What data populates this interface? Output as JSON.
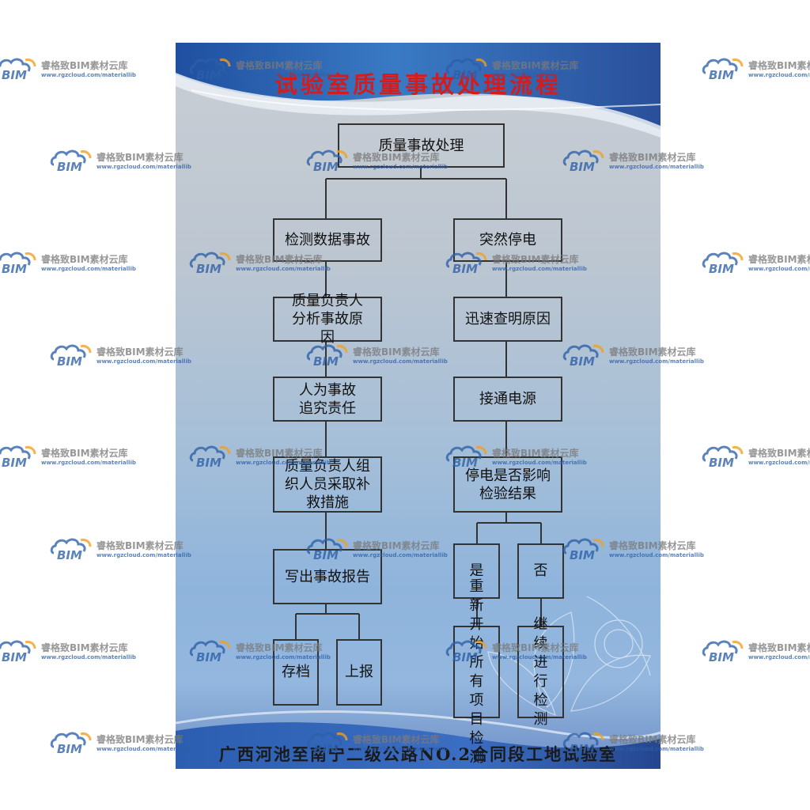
{
  "poster": {
    "title": "试验室质量事故处理流程",
    "footer": "广西河池至南宁二级公路NO.2合同段工地试验室"
  },
  "flow": {
    "root": "质量事故处理",
    "left": [
      "检测数据事故",
      "质量负责人分析事故原因",
      "人为事故追究责任",
      "质量负责人组织人员采取补救措施",
      "写出事故报告"
    ],
    "left_leaves": [
      "存档",
      "上报"
    ],
    "right": [
      "突然停电",
      "迅速查明原因",
      "接通电源",
      "停电是否影响检验结果"
    ],
    "right_branches": [
      "是",
      "否"
    ],
    "right_leaves": [
      "重新开始所有项目检测",
      "继续进行检测"
    ]
  },
  "watermark": {
    "logo_text": "BIM",
    "name": "睿格致BIM素材云库",
    "url": "www.rgzcloud.com/materiallib"
  },
  "colors": {
    "title": "#d41c1c",
    "watermark_blue": "#2d5fa8",
    "watermark_orange": "#f0a020"
  }
}
